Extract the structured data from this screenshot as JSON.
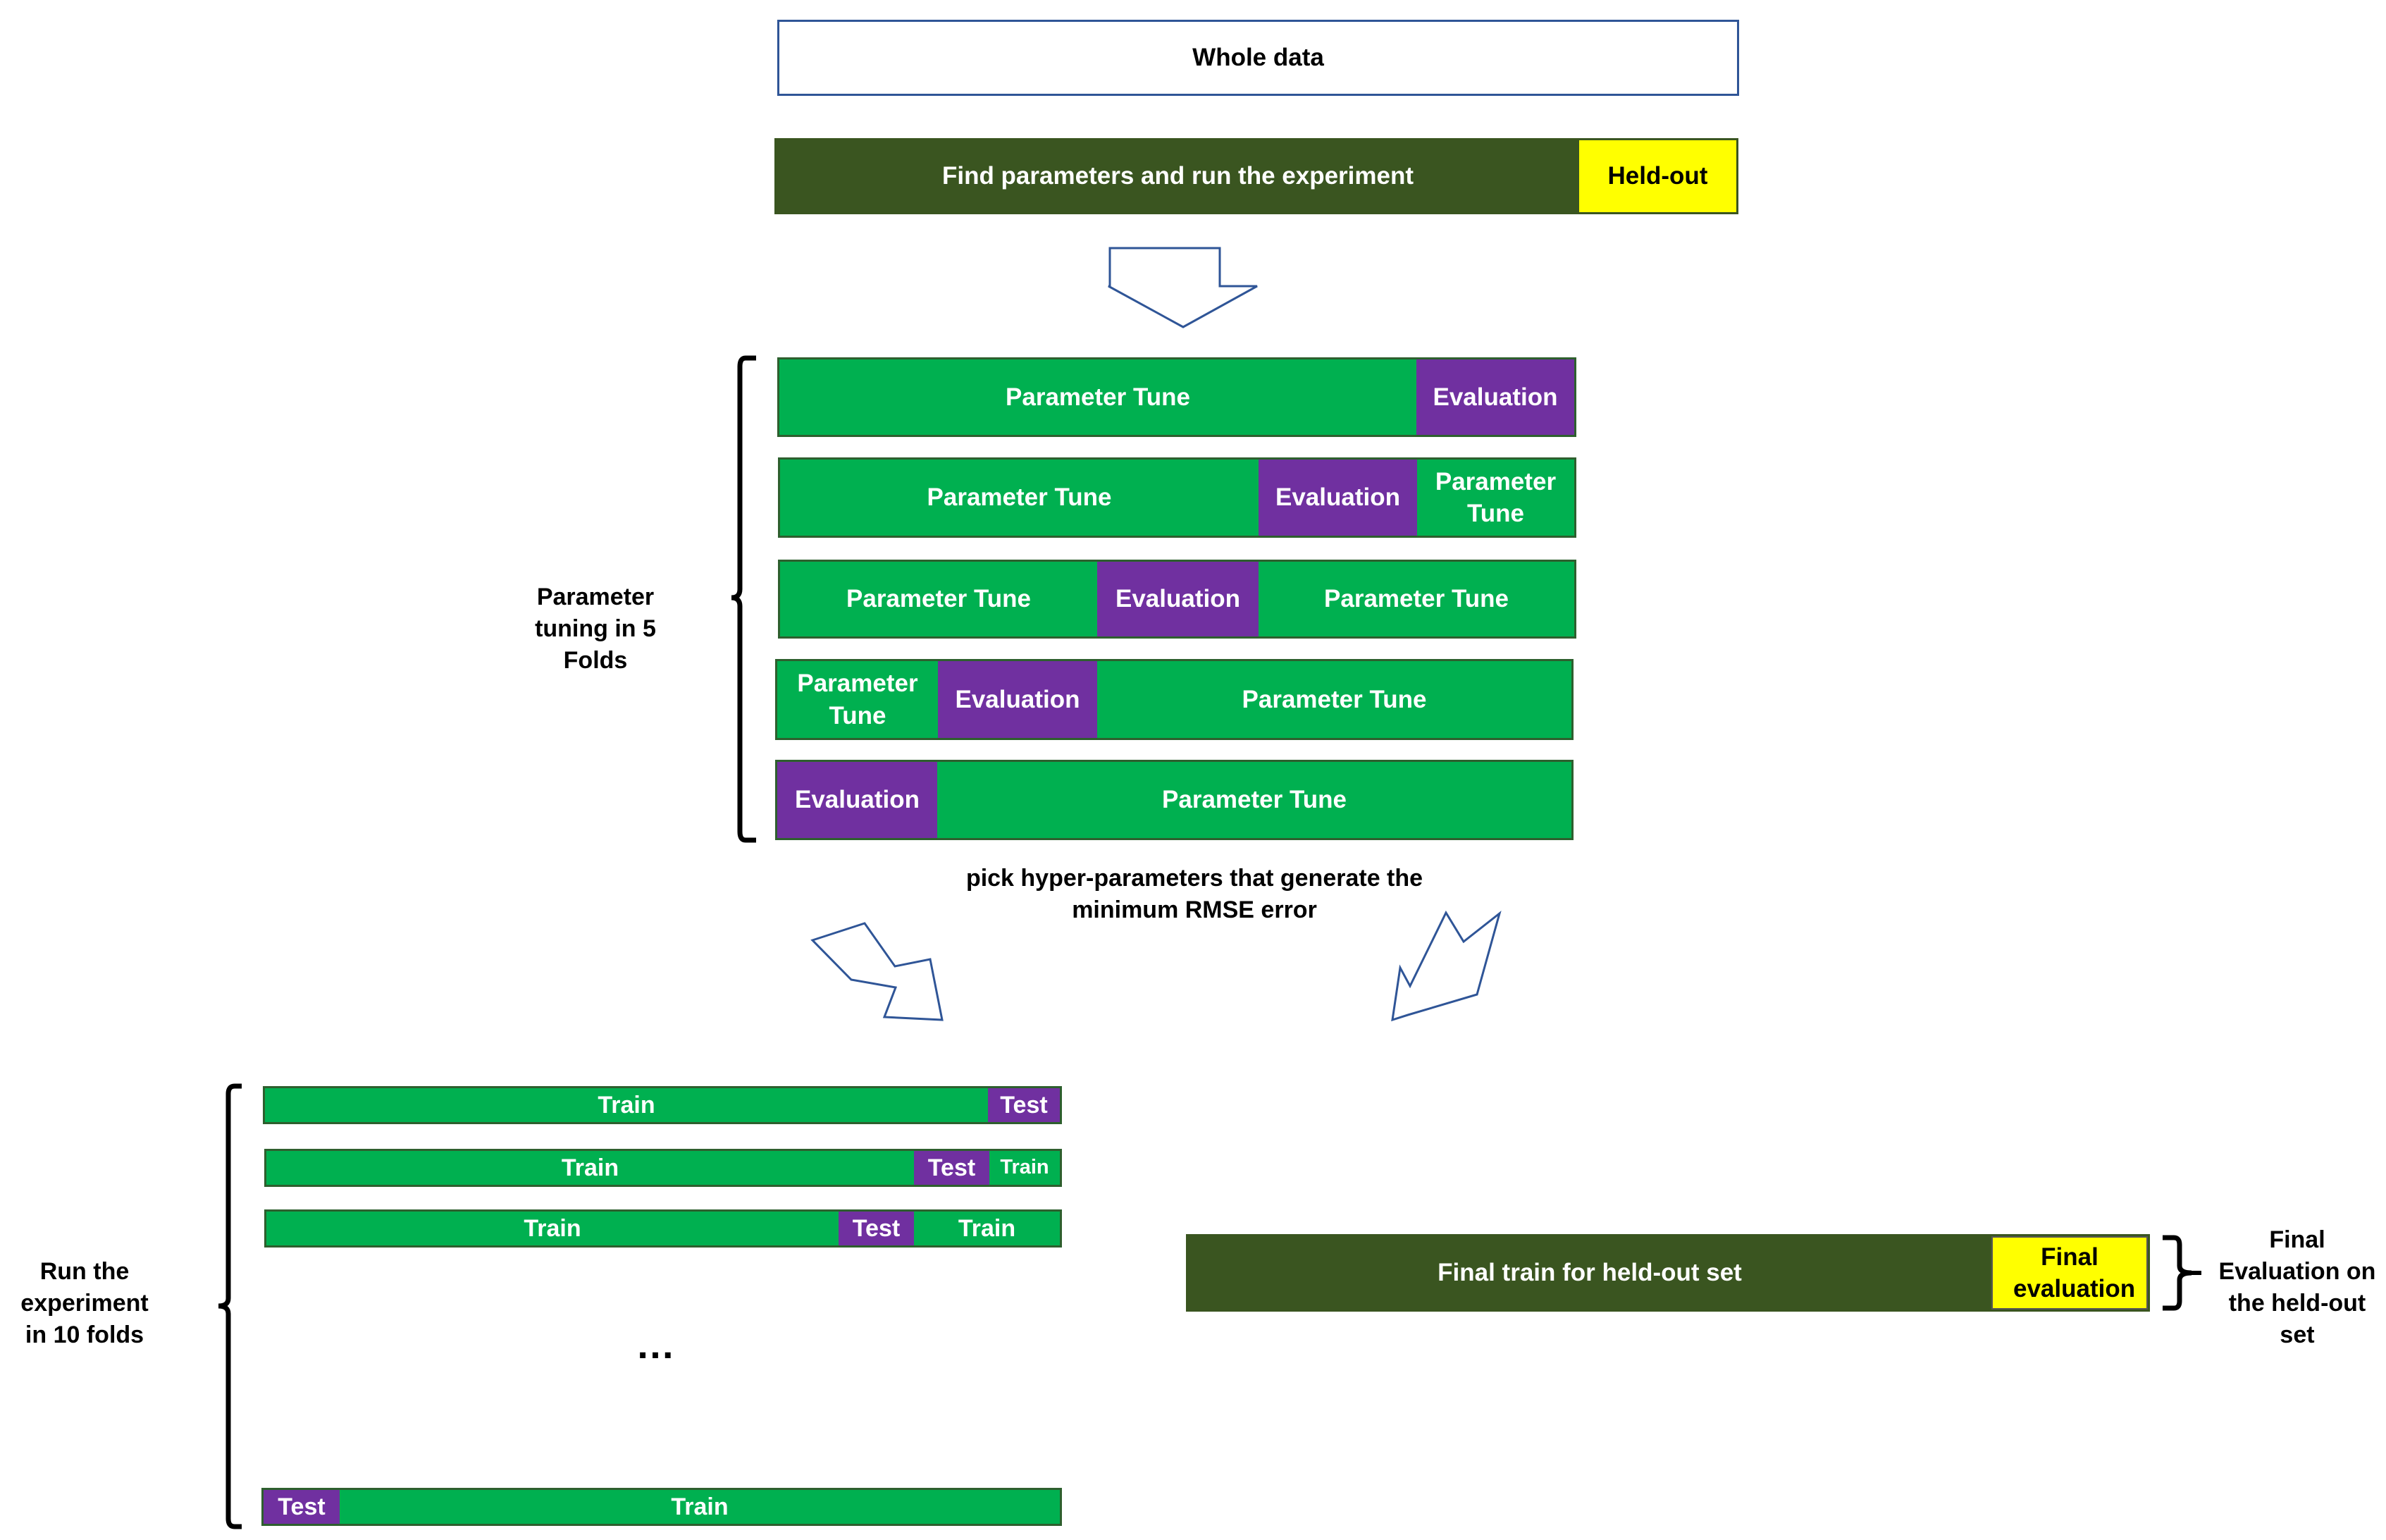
{
  "whole_data": "Whole data",
  "find_params": "Find parameters and run the experiment",
  "held_out": "Held-out",
  "tuning": {
    "label": "Parameter tuning in 5 Folds",
    "parameter_tune": "Parameter Tune",
    "evaluation": "Evaluation"
  },
  "pick_note": "pick hyper-parameters that  generate the minimum RMSE error",
  "experiment": {
    "label": "Run the experiment in 10 folds",
    "train": "Train",
    "test": "Test",
    "ellipsis": "…"
  },
  "final": {
    "train_label": "Final train for held-out set",
    "evaluation_box": "Final evaluation",
    "side_label": "Final Evaluation on the held-out set"
  },
  "colors": {
    "green": "#00b050",
    "purple": "#7030a0",
    "dark_green": "#3a5520",
    "yellow": "#ffff00",
    "outline_blue": "#2f5597"
  }
}
